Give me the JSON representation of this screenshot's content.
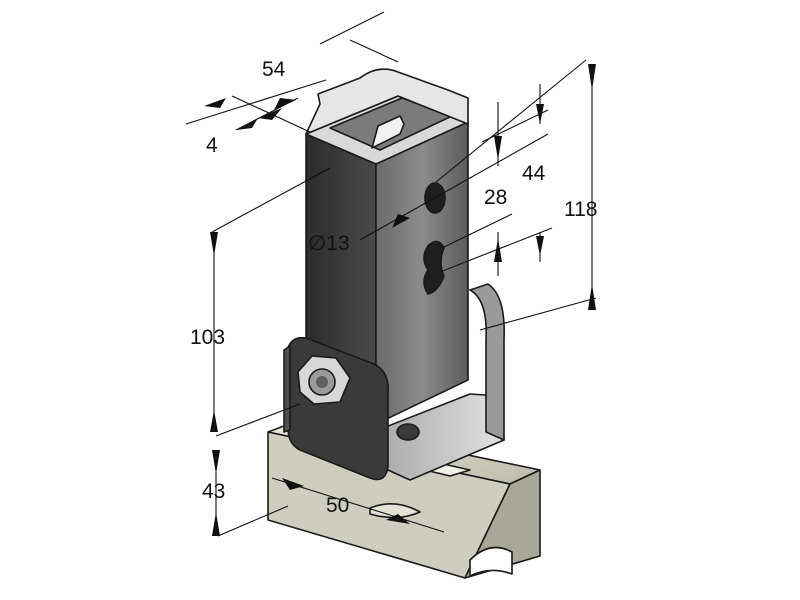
{
  "diagram": {
    "dimensions": {
      "width_top": "54",
      "wall": "4",
      "hole_diameter": "∅13",
      "slot_spacing": "28",
      "hole_spacing": "44",
      "total_height": "118",
      "clamp_height": "103",
      "base_height": "43",
      "base_width": "50"
    },
    "colors": {
      "dark_steel": "#3a3a3a",
      "mid_steel": "#5a5a5a",
      "light_steel": "#c8c8c8",
      "rail": "#d8d6c8",
      "ink": "#111111"
    }
  }
}
